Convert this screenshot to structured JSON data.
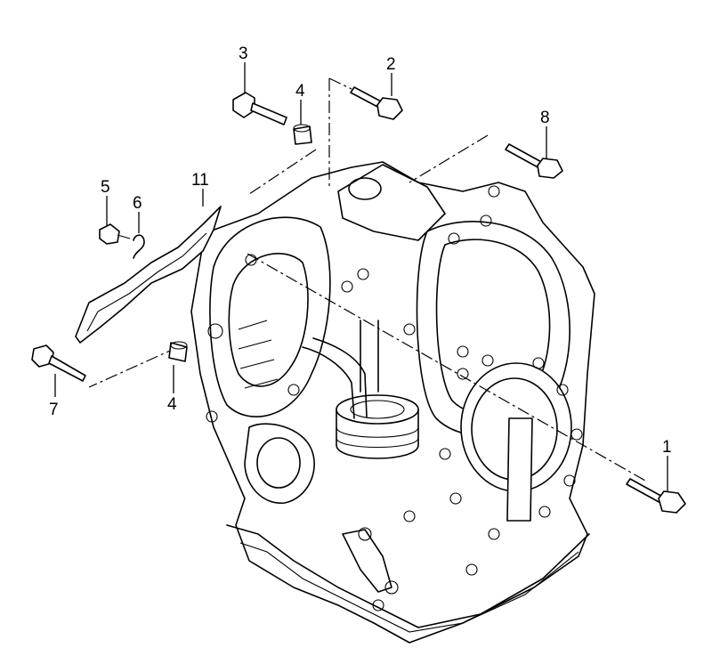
{
  "callouts": {
    "c1": "1",
    "c2": "2",
    "c3": "3",
    "c4a": "4",
    "c4b": "4",
    "c5": "5",
    "c6": "6",
    "c7": "7",
    "c8": "8",
    "c11": "11"
  }
}
